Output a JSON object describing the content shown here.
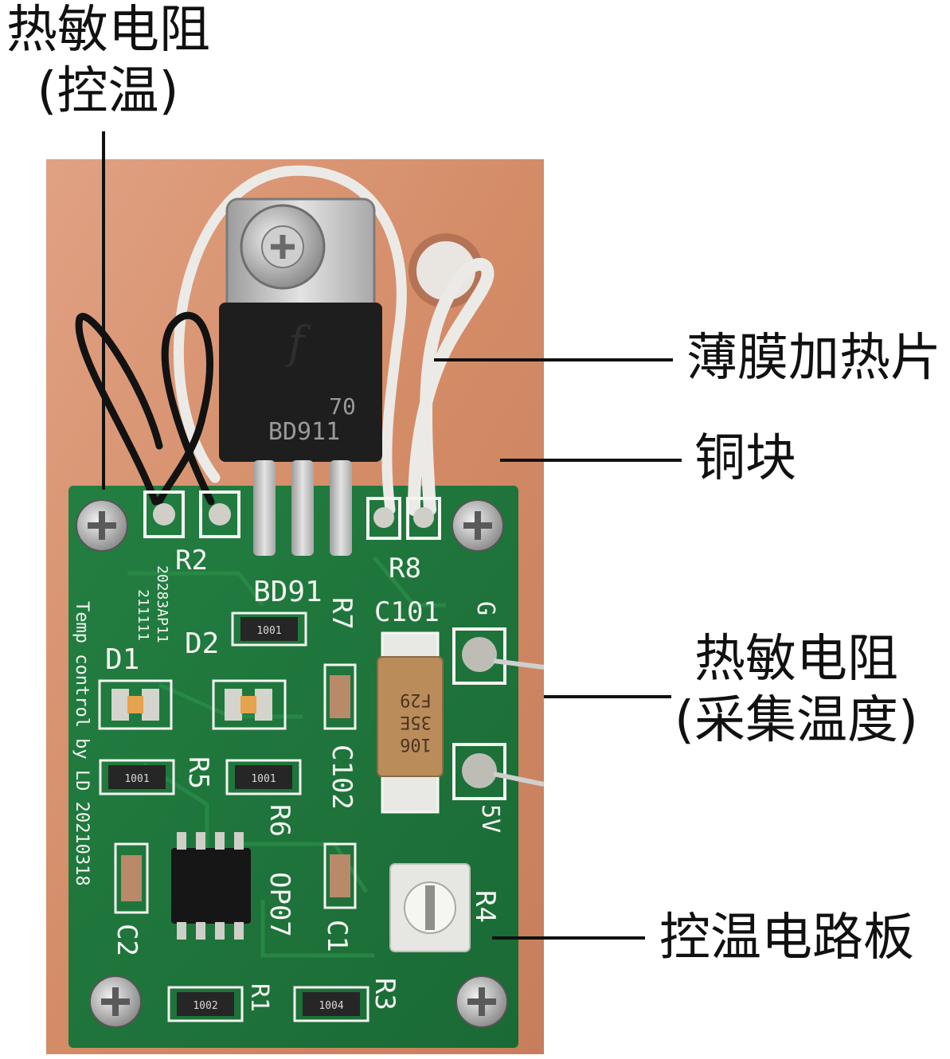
{
  "annotations": {
    "thermistor_control": {
      "line1": "热敏电阻",
      "line2": "(控温)"
    },
    "film_heater": "薄膜加热片",
    "copper_block": "铜块",
    "thermistor_sense": {
      "line1": "热敏电阻",
      "line2": "(采集温度)"
    },
    "control_board": "控温电路板"
  },
  "silkscreen": {
    "r2": "R2",
    "r8": "R8",
    "c101": "C101",
    "bd91": "BD91",
    "r7": "R7",
    "d1": "D1",
    "d2": "D2",
    "r5": "R5",
    "r6": "R6",
    "op07": "OP07",
    "c2": "C2",
    "c1": "C1",
    "r1": "R1",
    "r3": "R3",
    "r4": "R4",
    "c102": "C102",
    "g": "G",
    "v5": "5V",
    "date_code": "20283AP11",
    "lot": "211111",
    "credit": "Temp control by LD 20210318"
  },
  "parts": {
    "transistor": "BD911",
    "transistor_code": "70",
    "cap_line1": "106",
    "cap_line2": "35E",
    "cap_line3": "F29",
    "res_1001": "1001",
    "res_1002": "1002",
    "res_1004": "1004"
  },
  "colors": {
    "copper": "#d7936f",
    "pcb": "#1f7a3c",
    "silk": "#f4f6f2",
    "pads": "#cfcfc8"
  }
}
